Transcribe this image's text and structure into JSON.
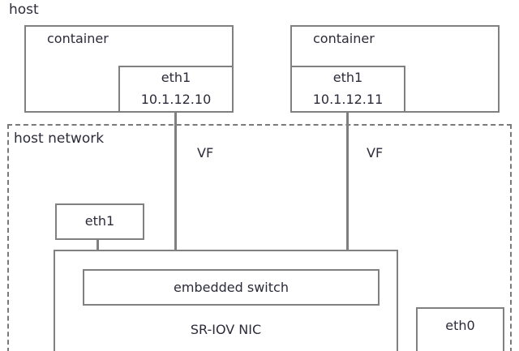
{
  "diagram": {
    "title": "host",
    "host_network_label": "host network",
    "colors": {
      "stroke": "#808080",
      "dashed_stroke": "#7a7a7a",
      "text": "#2b2b3a",
      "background": "#ffffff",
      "connector": "#7f7f7f"
    },
    "containers": [
      {
        "label": "container",
        "iface_name": "eth1",
        "iface_ip": "10.1.12.10",
        "link_label": "VF"
      },
      {
        "label": "container",
        "iface_name": "eth1",
        "iface_ip": "10.1.12.11",
        "link_label": "VF"
      }
    ],
    "host_iface": {
      "label": "eth1"
    },
    "nic": {
      "label": "SR-IOV NIC",
      "switch_label": "embedded switch"
    },
    "physical_iface": {
      "label": "eth0"
    }
  }
}
